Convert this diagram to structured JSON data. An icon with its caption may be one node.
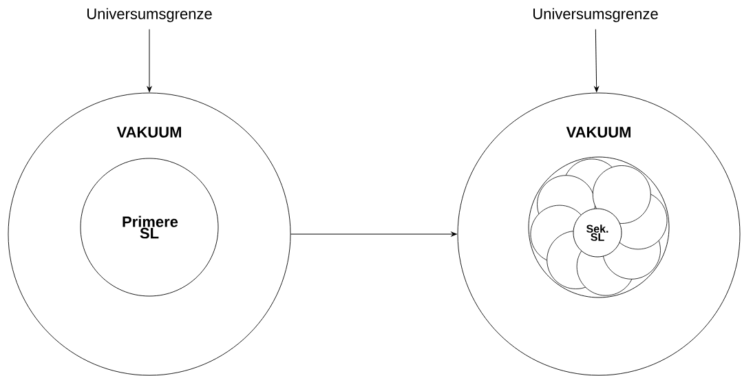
{
  "diagram": {
    "nodes": [
      {
        "text": [
          "Universumsgrenze"
        ]
      },
      {
        "text": [
          "VAKUUM"
        ]
      },
      {
        "text": [
          "Primere SL"
        ],
        "in": 1
      },
      {
        "text": [
          "Universumsgrenze"
        ]
      },
      {
        "text": [
          "VAKUUM"
        ]
      },
      {
        "text": [],
        "shape": "circle",
        "in": 4
      },
      {
        "text": [
          "Sek. SL"
        ],
        "in": 5
      }
    ],
    "edges": [
      {
        "from": 0,
        "to": 1,
        "arrow": "to"
      },
      {
        "from": 3,
        "to": 4,
        "arrow": "to"
      },
      {
        "from": 1,
        "to": 4,
        "arrow": "to"
      }
    ]
  }
}
